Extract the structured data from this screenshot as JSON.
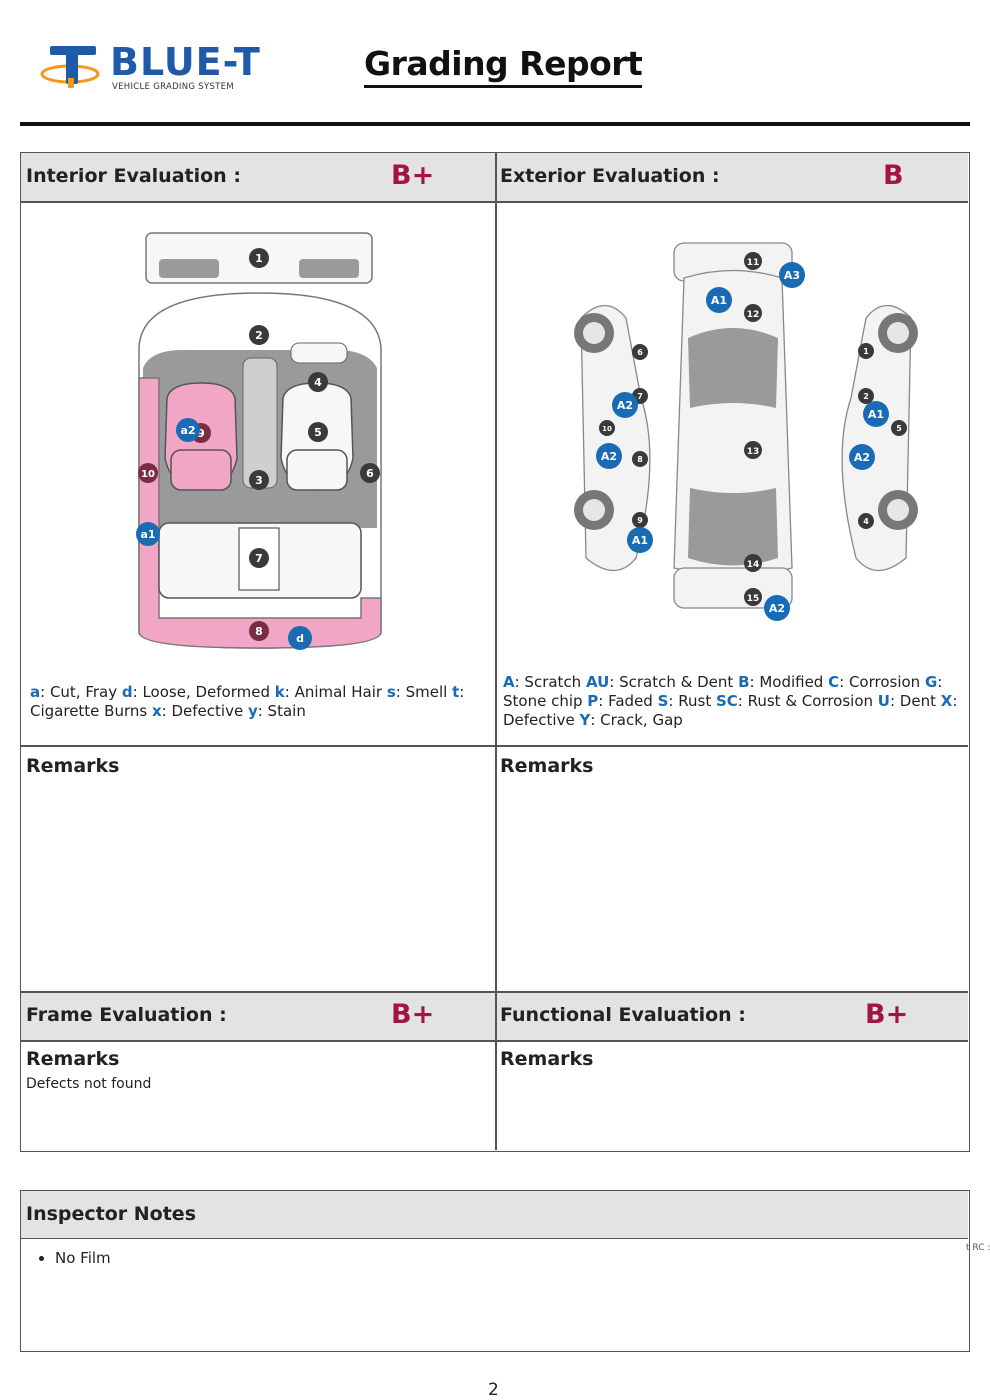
{
  "brand": {
    "name": "BLUE-T",
    "tagline": "VEHICLE GRADING SYSTEM",
    "colors": {
      "primary": "#1e5aa8",
      "accent": "#f39a1c"
    }
  },
  "title": "Grading Report",
  "sections": {
    "interior": {
      "label": "Interior Evaluation :",
      "grade": "B+",
      "markers": [
        "1",
        "2",
        "3",
        "4",
        "5",
        "6",
        "7",
        "8",
        "9",
        "10",
        "a2",
        "a1",
        "d"
      ],
      "legend": [
        {
          "code": "a",
          "desc": ": Cut, Fray "
        },
        {
          "code": "d",
          "desc": ": Loose, Deformed "
        },
        {
          "code": "k",
          "desc": ": Animal Hair "
        },
        {
          "code": "s",
          "desc": ": Smell "
        },
        {
          "code": "t",
          "desc": ": Cigarette Burns "
        },
        {
          "code": "x",
          "desc": ": Defective "
        },
        {
          "code": "y",
          "desc": ": Stain"
        }
      ],
      "remarks_label": "Remarks",
      "remarks": ""
    },
    "exterior": {
      "label": "Exterior Evaluation :",
      "grade": "B",
      "markers": [
        "1",
        "2",
        "4",
        "5",
        "6",
        "7",
        "8",
        "9",
        "10",
        "11",
        "12",
        "13",
        "14",
        "15",
        "A1",
        "A2",
        "A3"
      ],
      "legend": [
        {
          "code": "A",
          "desc": ": Scratch "
        },
        {
          "code": "AU",
          "desc": ": Scratch & Dent "
        },
        {
          "code": "B",
          "desc": ": Modified "
        },
        {
          "code": "C",
          "desc": ": Corrosion "
        },
        {
          "code": "G",
          "desc": ": Stone chip "
        },
        {
          "code": "P",
          "desc": ": Faded "
        },
        {
          "code": "S",
          "desc": ": Rust "
        },
        {
          "code": "SC",
          "desc": ": Rust & Corrosion "
        },
        {
          "code": "U",
          "desc": ": Dent "
        },
        {
          "code": "X",
          "desc": ": Defective "
        },
        {
          "code": "Y",
          "desc": ": Crack, Gap"
        }
      ],
      "remarks_label": "Remarks",
      "remarks": ""
    },
    "frame": {
      "label": "Frame Evaluation :",
      "grade": "B+",
      "remarks_label": "Remarks",
      "remarks": "Defects not found"
    },
    "functional": {
      "label": "Functional Evaluation :",
      "grade": "B+",
      "remarks_label": "Remarks",
      "remarks": ""
    }
  },
  "inspector_notes": {
    "label": "Inspector Notes",
    "items": [
      "No Film"
    ]
  },
  "page_number": "2",
  "stray_text": "t RC :",
  "colors": {
    "grade": "#a3153f",
    "marker_blue": "#1a6bb5",
    "marker_dark": "#3a3a3a",
    "marker_maroon": "#7a2c42",
    "highlight_pink": "#f2a6c6",
    "header_bg": "#e3e3e3"
  }
}
